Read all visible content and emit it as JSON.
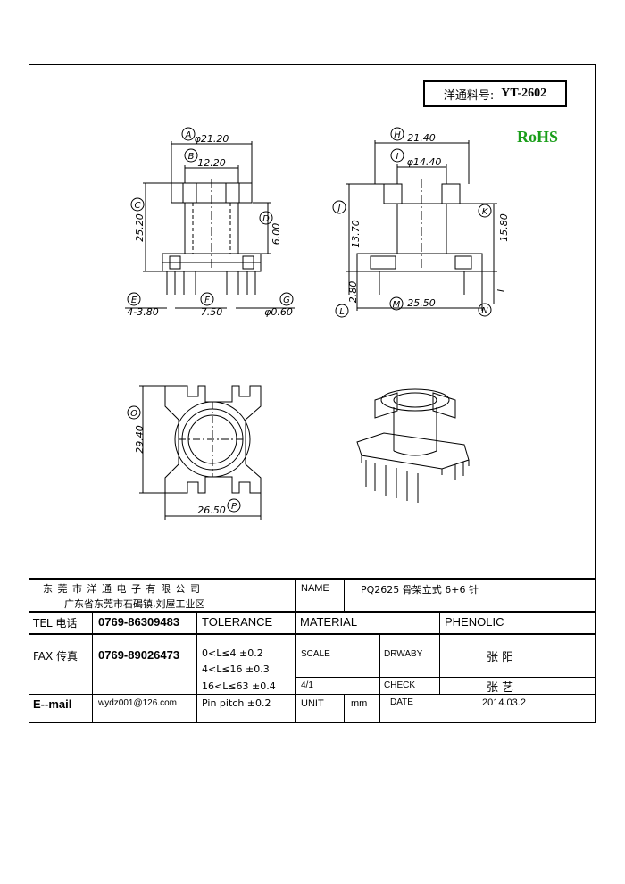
{
  "header": {
    "part_label": "洋通料号:",
    "part_number": "YT-2602",
    "rohs": "RoHS"
  },
  "dimensions": {
    "A": "A",
    "B": "B",
    "C": "C",
    "D": "D",
    "E": "E",
    "F": "F",
    "G": "G",
    "H": "H",
    "I": "I",
    "J": "J",
    "K": "K",
    "L": "L",
    "M": "M",
    "N": "N",
    "O": "O",
    "P": "P",
    "dim_a": "φ21.20",
    "dim_b": "12.20",
    "dim_c": "25.20",
    "dim_d": "6.00",
    "dim_e": "4-3.80",
    "dim_f": "7.50",
    "dim_g": "φ0.60",
    "dim_h": "21.40",
    "dim_i": "φ14.40",
    "dim_j": "13.70",
    "dim_k": "15.80",
    "dim_l": "2.80",
    "dim_m": "25.50",
    "dim_n_letter": "L",
    "dim_o": "29.40",
    "dim_p": "26.50"
  },
  "title_block": {
    "company": "东 莞 市 洋 通 电 子 有 限 公 司",
    "address": "广东省东莞市石碣镇,刘屋工业区",
    "name_label": "NAME",
    "name_value": "PQ2625 骨架立式 6+6 针",
    "tel_label": "TEL 电话",
    "tel_value": "0769-86309483",
    "tolerance_label": "TOLERANCE",
    "material_label": "MATERIAL",
    "material_value": "PHENOLIC",
    "fax_label": "FAX 传真",
    "fax_value": "0769-89026473",
    "tol_1": "0<L≤4   ±0.2",
    "tol_2": "4<L≤16  ±0.3",
    "tol_3": "16<L≤63  ±0.4",
    "tol_4": "Pin pitch  ±0.2",
    "scale_label": "SCALE",
    "scale_value": "4/1",
    "drawby_label": "DRWABY",
    "drawby_value": "张  阳",
    "check_label": "CHECK",
    "check_value": "张  艺",
    "email_label": "E--mail",
    "email_value": "wydz001@126.com",
    "unit_label": "UNIT",
    "unit_value": "mm",
    "date_label": "DATE",
    "date_value": "2014.03.2"
  }
}
